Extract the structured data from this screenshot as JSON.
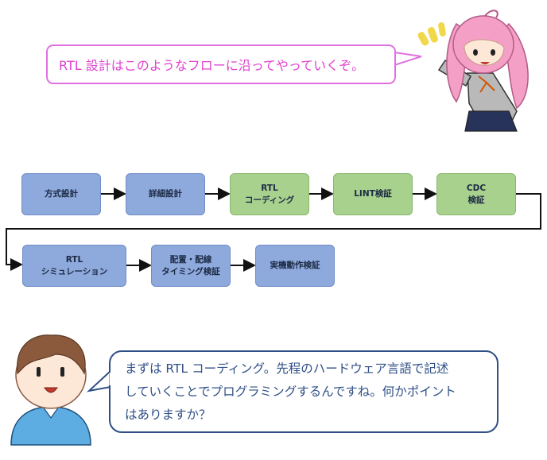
{
  "speech_top": "RTL 設計はこのようなフローに沿ってやっていくぞ。",
  "speech_bottom": "まずは RTL コーディング。先程のハードウェア言語で記述\nしていくことでプログラミングするんですね。何かポイント\nはありますか？",
  "flow": {
    "row1": [
      {
        "label": "方式設計",
        "color": "blue"
      },
      {
        "label": "詳細設計",
        "color": "blue"
      },
      {
        "label": "RTL\nコーディング",
        "color": "green"
      },
      {
        "label": "LINT検証",
        "color": "green"
      },
      {
        "label": "CDC\n検証",
        "color": "green"
      }
    ],
    "row2": [
      {
        "label": "RTL\nシミュレーション",
        "color": "blue"
      },
      {
        "label": "配置・配線\nタイミング検証",
        "color": "blue"
      },
      {
        "label": "実機動作検証",
        "color": "blue"
      }
    ]
  },
  "colors": {
    "blue_box": "#8ea9dc",
    "green_box": "#a9d18e",
    "top_speech": "#e040d0",
    "bottom_speech": "#2f4f86"
  }
}
